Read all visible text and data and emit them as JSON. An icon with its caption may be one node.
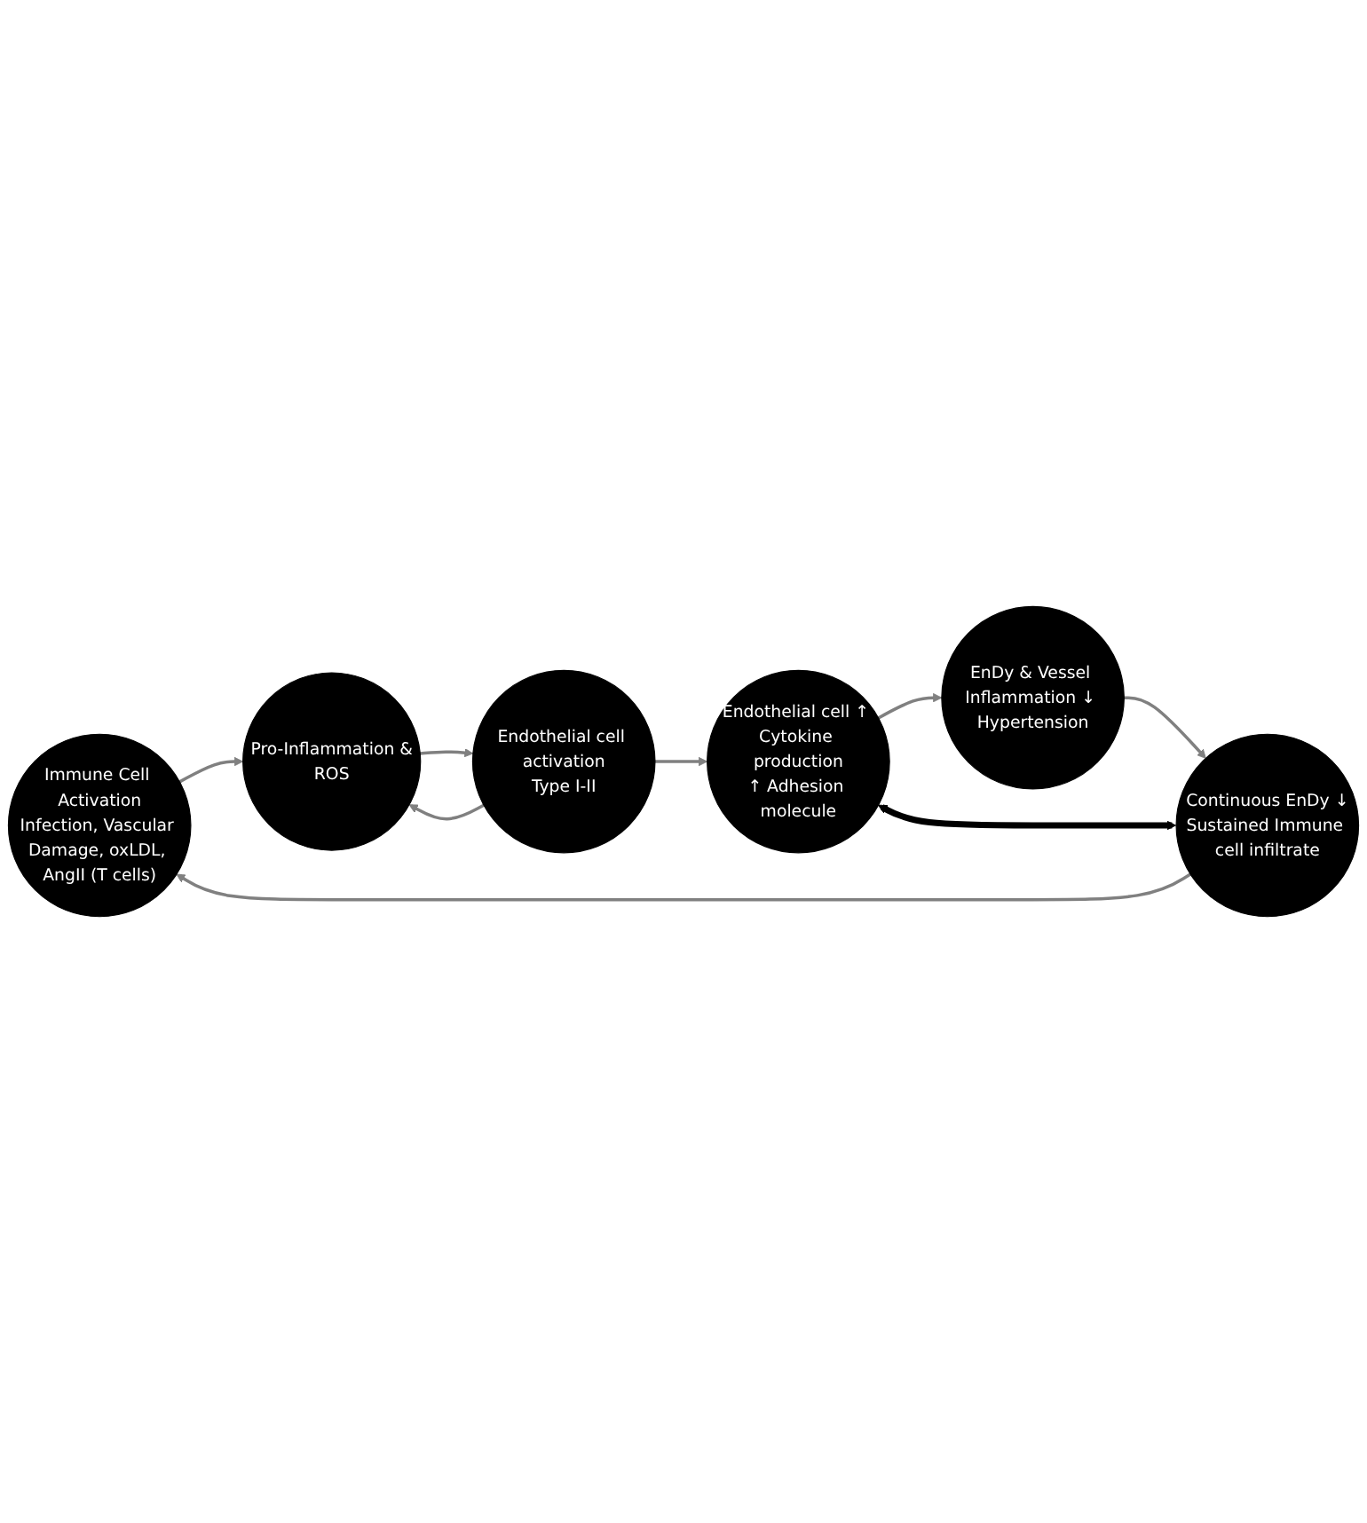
{
  "diagram": {
    "nodes": [
      {
        "text": [
          "Immune Cell Activation",
          "Infection, Vascular Damage, oxLDL, AngII (T cells)"
        ]
      },
      {
        "text": [
          "Pro-Inflammation &",
          "ROS"
        ]
      },
      {
        "text": [
          "Endothelial cell activation",
          "Type I-II"
        ]
      },
      {
        "text": [
          "Endothelial cell ↑ Cytokine production",
          "↑ Adhesion molecule"
        ]
      },
      {
        "text": [
          "EnDy & Vessel Inflammation ↓ Hypertension"
        ]
      },
      {
        "text": [
          "Continuous EnDy ↓",
          "Sustained Immune cell infiltrate"
        ]
      }
    ],
    "edges": [
      {
        "from": 0,
        "to": 1,
        "arrow": "to"
      },
      {
        "from": 1,
        "to": 2,
        "arrow": "to"
      },
      {
        "from": 2,
        "to": 1,
        "arrow": "to"
      },
      {
        "from": 2,
        "to": 3,
        "arrow": "to"
      },
      {
        "from": 3,
        "to": 4,
        "arrow": "to"
      },
      {
        "from": 4,
        "to": 5,
        "arrow": "to"
      },
      {
        "from": 5,
        "to": 0,
        "arrow": "to"
      },
      {
        "from": 5,
        "to": 3,
        "arrow": "both",
        "style": "thick",
        "color": "#000000"
      }
    ]
  }
}
